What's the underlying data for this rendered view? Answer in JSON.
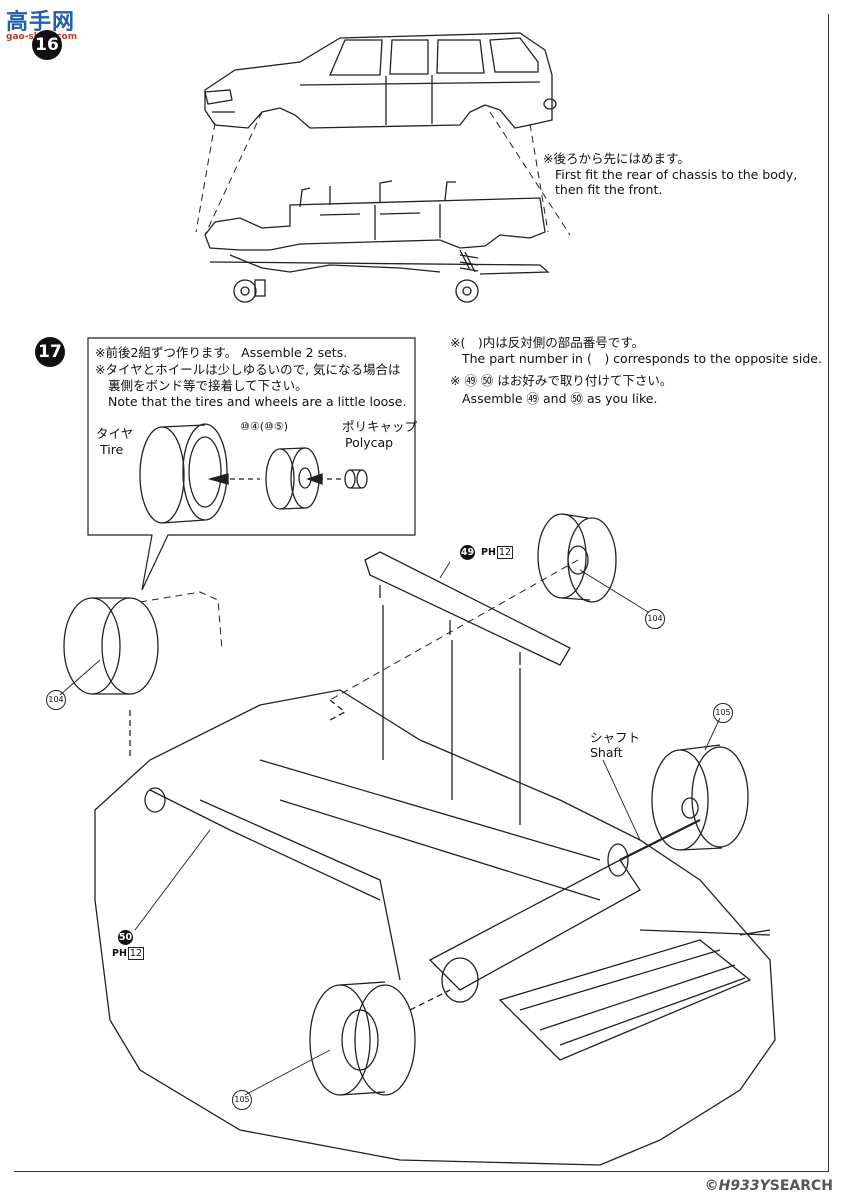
{
  "watermark_top": {
    "logo": "高手网",
    "url": "gao-shou.com"
  },
  "watermark_bottom": {
    "prefix": "©",
    "brand": "H933Y",
    "suffix": "SEARCH"
  },
  "step16": {
    "number": "16",
    "note_jp": "※後ろから先にはめます。",
    "note_en_1": "First fit the rear of chassis to the body,",
    "note_en_2": "then fit the front."
  },
  "step17": {
    "number": "17",
    "box_line1": "※前後2組ずつ作ります。 Assemble 2 sets.",
    "box_line2": "※タイヤとホイールは少しゆるいので, 気になる場合は",
    "box_line3": "裏側をボンド等で接着して下さい。",
    "box_line4": "Note that the tires and wheels are a little loose.",
    "tire_jp": "タイヤ",
    "tire_en": "Tire",
    "wheel_parts": "⑩④(⑩⑤)",
    "polycap_jp": "ポリキャップ",
    "polycap_en": "Polycap",
    "right_note1_jp": "※(　)内は反対側の部品番号です。",
    "right_note1_en": "The part number in (　) corresponds to the opposite side.",
    "right_note2_jp": "※ ㊾ ㊿ はお好みで取り付けて下さい。",
    "right_note2_en": "Assemble ㊾ and ㊿ as you like.",
    "shaft_jp": "シャフト",
    "shaft_en": "Shaft",
    "part_104a": "104",
    "part_104b": "104",
    "part_105a": "105",
    "part_105b": "105",
    "part_49": "49",
    "part_50": "50",
    "ph_label": "PH",
    "ph_num": "12"
  }
}
